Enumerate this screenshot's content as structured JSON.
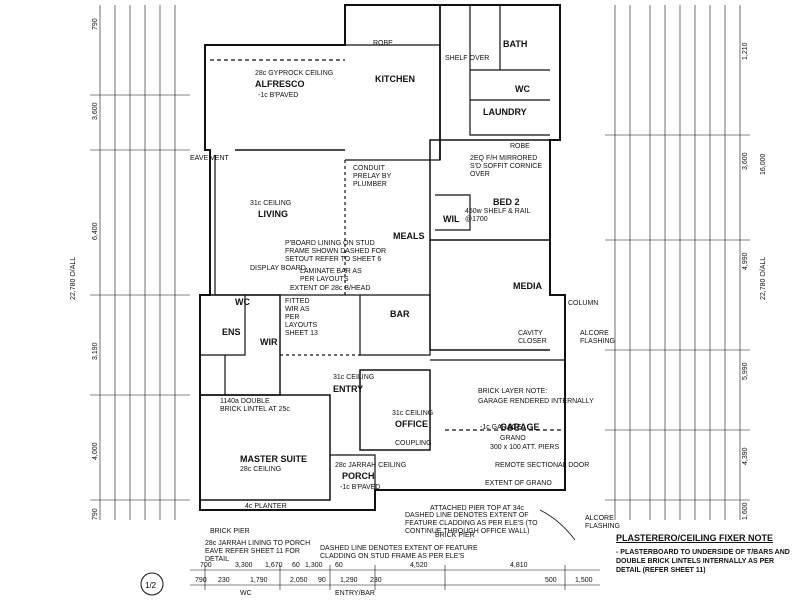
{
  "rooms": {
    "alfresco": "ALFRESCO",
    "kitchen": "KITCHEN",
    "bath": "BATH",
    "laundry": "LAUNDRY",
    "wc_top": "WC",
    "living": "LIVING",
    "meals": "MEALS",
    "bed2": "BED 2",
    "wil": "WIL",
    "media": "MEDIA",
    "wc_ens": "WC",
    "ens": "ENS",
    "wir": "WIR",
    "bar": "BAR",
    "entry": "ENTRY",
    "office": "OFFICE",
    "garage": "GARAGE",
    "master_suite": "MASTER SUITE",
    "porch": "PORCH"
  },
  "annotations": {
    "alfresco_ceiling": "28c GYPROCK CEILING",
    "alfresco_paved": "-1c B'PAVED",
    "living_ceiling": "31c CEILING",
    "kitchen_conduit": "CONDUIT PRELAY BY PLUMBER",
    "robe_top": "ROBE",
    "robe_bed2": "ROBE",
    "shelf_over": "SHELF OVER",
    "bed2_soffit": "2EQ F/H MIRRORED S'D SOFFIT CORNICE OVER",
    "shelf_rail": "450w SHELF & RAIL @1700",
    "column": "COLUMN",
    "eave_vent": "EAVE VENT",
    "alcore_flashing": "ALCORE FLASHING",
    "alcore_flashing2": "ALCORE FLASHING",
    "cavity_closer": "CAVITY CLOSER",
    "brick_layer_note": "BRICK LAYER NOTE:",
    "garage_rendered": "GARAGE RENDERED INTERNALLY",
    "garage_level": "-1c GARAGE",
    "grano": "GRANO",
    "att_piers": "300 x 100 ATT. PIERS",
    "remote_door": "REMOTE SECTIONAL DOOR",
    "extent_grano": "EXTENT OF GRANO",
    "office_ceiling": "31c CEILING",
    "coupling": "COUPLING",
    "entry_ceiling": "31c CEILING",
    "master_ceiling": "28c CEILING",
    "porch_ceiling": "28c JARRAH CEILING",
    "porch_paved": "-1c B'PAVED",
    "planter": "4c PLANTER",
    "brick_pier": "BRICK PIER",
    "brick_pier2": "BRICK PIER",
    "dashed_cladding": "DASHED LINE DENOTES EXTENT OF FEATURE CLADDING ON STUD FRAME AS PER ELE'S",
    "dashed_cladding2": "DASHED LINE DENOTES EXTENT OF FEATURE CLADDING AS PER ELE'S (TO CONTINUE THROUGH OFFICE WALL)",
    "jarrah_lining": "28c JARRAH LINING TO PORCH EAVE REFER SHEET 11 FOR DETAIL",
    "pboard_lining": "P'BOARD LINING ON STUD FRAME SHOWN DASHED FOR SETOUT REFER TO SHEET 6",
    "laminate_bar": "LAMINATE BAR AS PER LAYOUTS",
    "display_board": "DISPLAY BOARD",
    "extent_28c": "EXTENT OF 28c B/HEAD",
    "fitted_wir": "FITTED WIR AS PER LAYOUTS SHEET 13",
    "attached_pier": "ATTACHED PIER TOP AT 34c",
    "double_brick": "1140a DOUBLE BRICK LINTEL AT 25c"
  },
  "dimensions": {
    "left_chain": [
      "790",
      "4,000",
      "3,190",
      "6,400",
      "3,600",
      "790"
    ],
    "overall_left": "22,780 O/ALL",
    "right_chain": [
      "1,600",
      "4,390",
      "5,990",
      "4,990",
      "3,600",
      "1,210"
    ],
    "overall_right": "22,780 O/ALL",
    "right_total": "16,000",
    "bottom_chain": [
      "700",
      "3,300",
      "1,670",
      "60",
      "1,300",
      "60",
      "4,520",
      "4,810"
    ],
    "bottom_chain2": [
      "790",
      "230",
      "1,790",
      "2,050",
      "90",
      "1,290",
      "230",
      "500",
      "1,500"
    ],
    "bottom_labels": [
      "WC",
      "ENTRY/BAR"
    ]
  },
  "note": {
    "title": "PLASTERERO/CEILING FIXER NOTE",
    "body": "- PLASTERBOARD TO UNDERSIDE OF T/BARS AND DOUBLE BRICK LINTELS INTERNALLY AS PER DETAIL (REFER SHEET 11)"
  },
  "sheet_marker": "1/2"
}
